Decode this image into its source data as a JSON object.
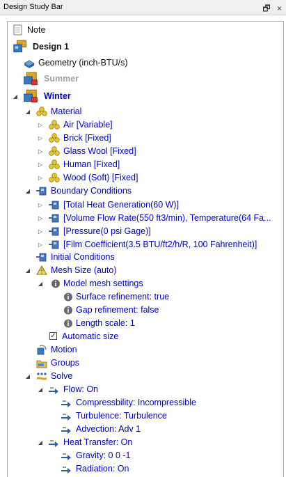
{
  "window": {
    "title": "Design Study Bar",
    "restore_glyph": "🗗",
    "close_glyph": "×"
  },
  "tree": {
    "note": "Note",
    "design1": "Design 1",
    "geometry": "Geometry (inch-BTU/s)",
    "summer": "Summer",
    "winter": "Winter",
    "material": "Material",
    "materials": [
      "Air [Variable]",
      "Brick [Fixed]",
      "Glass Wool [Fixed]",
      "Human [Fixed]",
      "Wood (Soft) [Fixed]"
    ],
    "boundary_conditions": "Boundary Conditions",
    "bcs": [
      "[Total Heat Generation(60 W)]",
      "[Volume Flow Rate(550 ft3/min), Temperature(64 Fa...",
      "[Pressure(0 psi Gage)]",
      "[Film Coefficient(3.5 BTU/ft2/h/R, 100 Fahrenheit)]"
    ],
    "initial_conditions": "Initial Conditions",
    "mesh_size": "Mesh Size (auto)",
    "model_mesh_settings": "Model mesh settings",
    "mesh_settings": [
      "Surface refinement: true",
      "Gap refinement: false",
      "Length scale: 1"
    ],
    "automatic_size": "Automatic size",
    "automatic_size_checked": true,
    "motion": "Motion",
    "groups": "Groups",
    "solve": "Solve",
    "flow": "Flow: On",
    "flow_items": [
      "Compressbility: Incompressible",
      "Turbulence: Turbulence",
      "Advection: Adv 1"
    ],
    "heat_transfer": "Heat Transfer: On",
    "heat_items": [
      "Gravity: 0 0 -1",
      "Radiation: On"
    ]
  },
  "glyphs": {
    "expanded": "◢",
    "collapsed": "▷",
    "info": "i",
    "check": "✓"
  },
  "colors": {
    "link_blue": "#0000cc",
    "disabled_gray": "#a0a0a0",
    "panel_border": "#a9a9a9"
  }
}
